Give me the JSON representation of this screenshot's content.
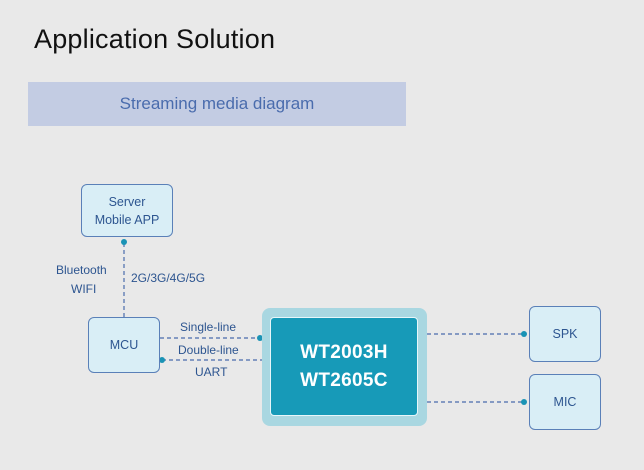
{
  "page": {
    "title": "Application Solution",
    "banner": "Streaming media diagram"
  },
  "diagram": {
    "nodes": {
      "server": {
        "line1": "Server",
        "line2": "Mobile APP"
      },
      "mcu": {
        "label": "MCU"
      },
      "chip": {
        "line1": "WT2003H",
        "line2": "WT2605C"
      },
      "spk": {
        "label": "SPK"
      },
      "mic": {
        "label": "MIC"
      }
    },
    "edge_labels": {
      "wireless_left_1": "Bluetooth",
      "wireless_left_2": "WIFI",
      "cellular": "2G/3G/4G/5G",
      "single_line": "Single-line",
      "double_line": "Double-line",
      "uart": "UART"
    },
    "colors": {
      "line": "#4a6cad",
      "dot": "#1a93b5",
      "node_fill": "#d9eef6",
      "node_border": "#5a80b8",
      "chip_fill": "#179ab8",
      "chip_halo": "#a9d7e1",
      "banner_fill": "#c3cce3",
      "banner_text": "#4a6cad"
    }
  }
}
